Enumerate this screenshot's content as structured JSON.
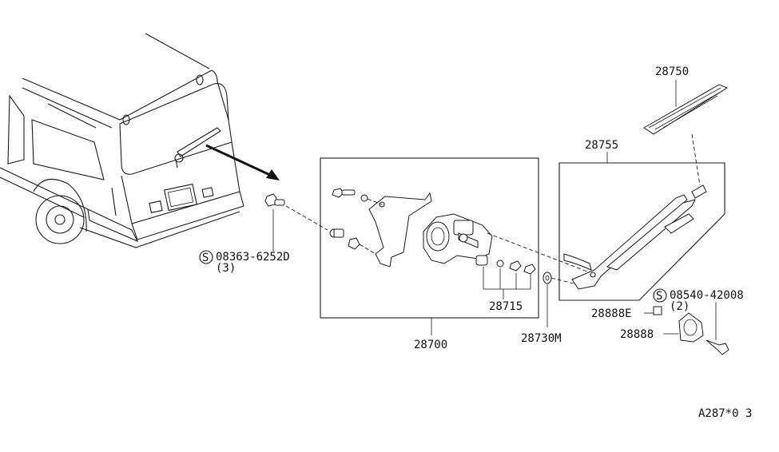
{
  "callouts": {
    "bolt_code": "08363-6252D",
    "bolt_qty": "(3)",
    "screw_code": "08540-42008",
    "screw_qty": "(2)",
    "motor_assembly": "28700",
    "motor_parts": "28715",
    "washer": "28730M",
    "blade": "28750",
    "arm": "28755",
    "clip": "28888E",
    "cover": "28888"
  },
  "symbols": {
    "standard_part_mark": "S"
  },
  "footer": {
    "drawing_id": "A287*0 3"
  }
}
